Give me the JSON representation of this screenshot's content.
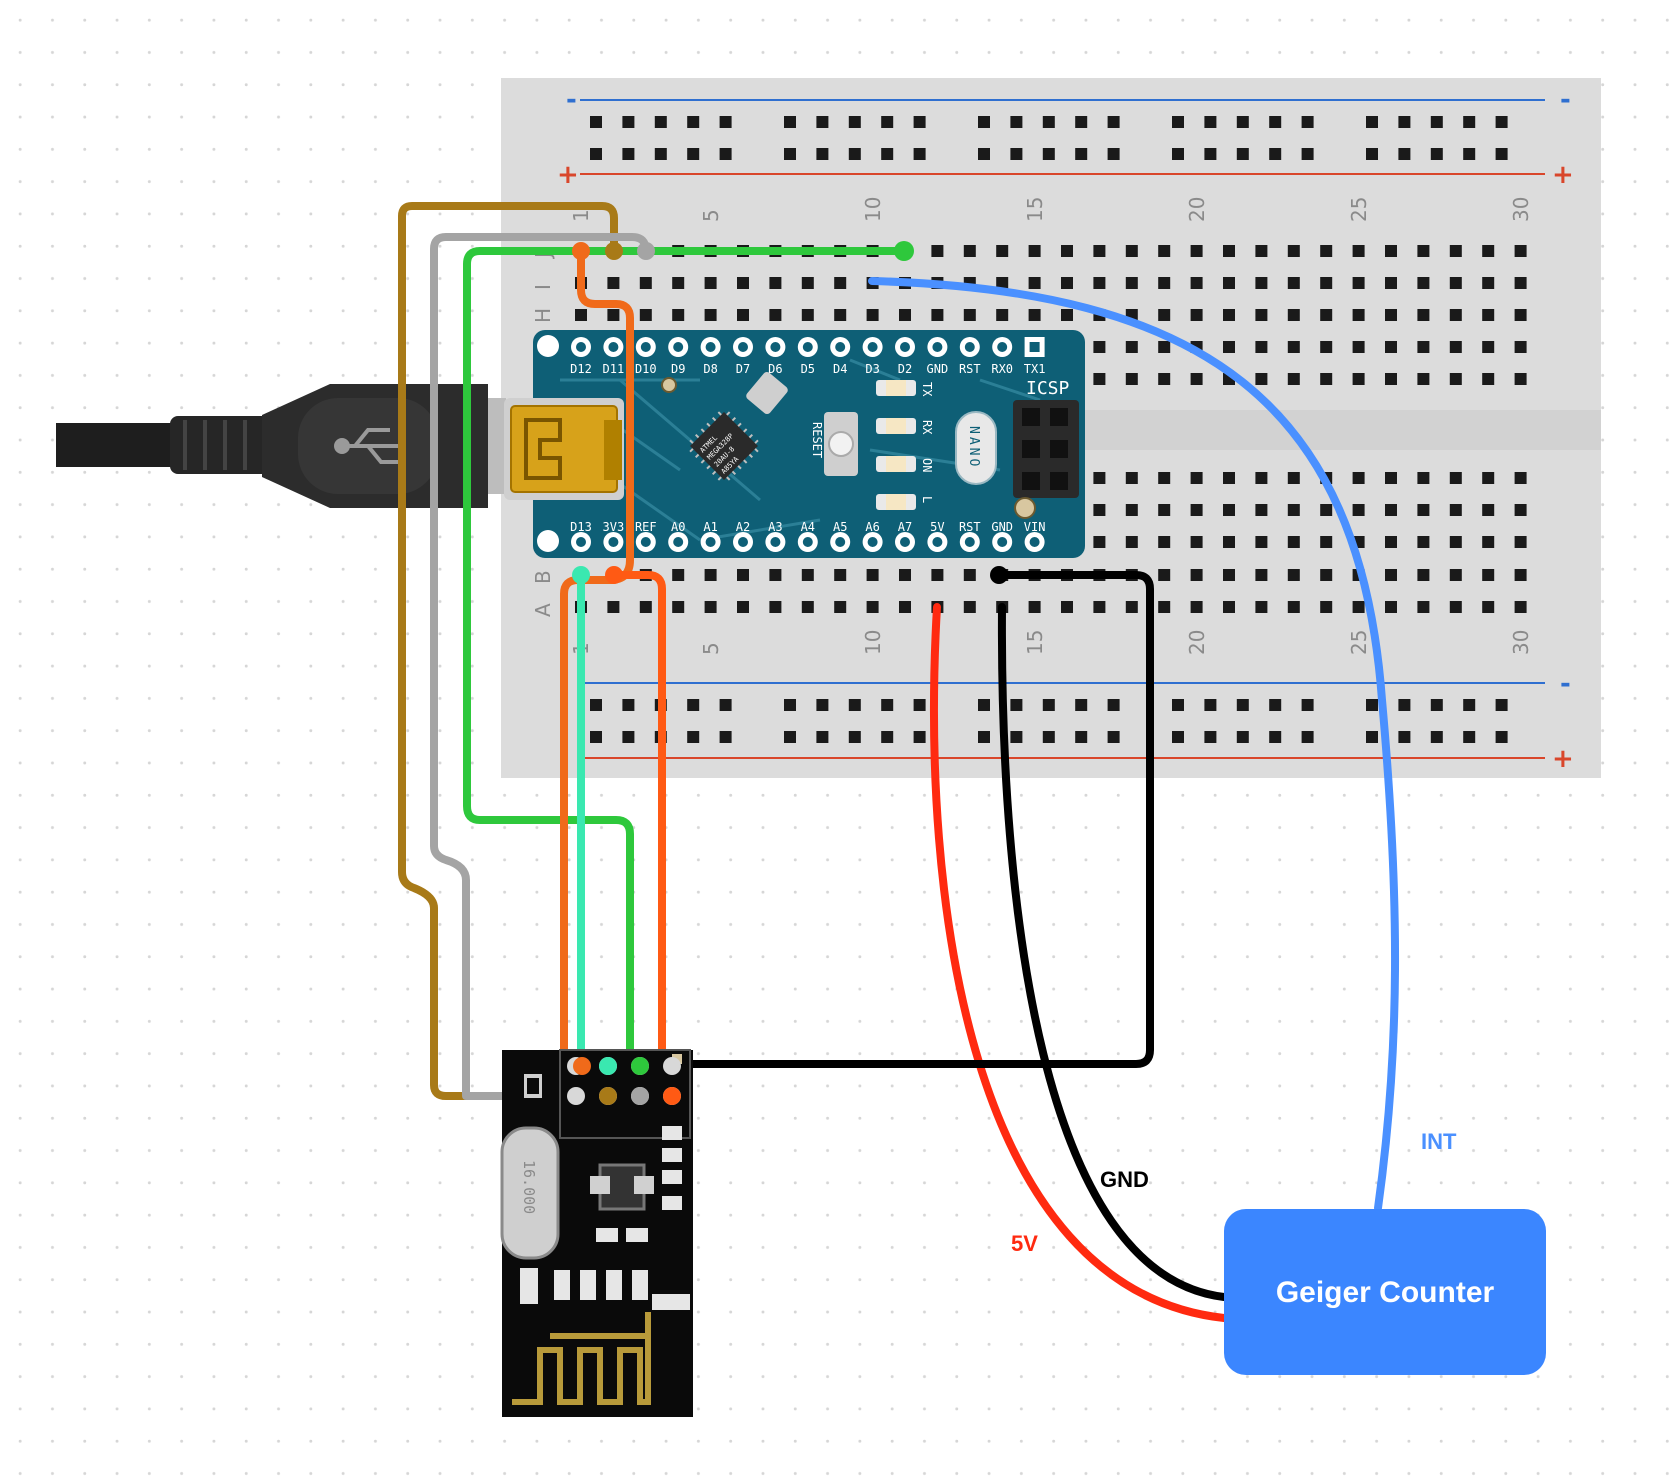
{
  "breadboard": {
    "column_numbers": [
      "1",
      "5",
      "10",
      "15",
      "20",
      "25",
      "30"
    ],
    "row_letters_top": [
      "J",
      "I",
      "H"
    ],
    "row_letters_bottom": [
      "B",
      "A"
    ],
    "rail_minus": "-",
    "rail_plus": "+",
    "rail_minus_color": "#2f6fd0",
    "rail_plus_color": "#d9462b"
  },
  "arduino": {
    "top_pins": [
      "D12",
      "D11",
      "D10",
      "D9",
      "D8",
      "D7",
      "D6",
      "D5",
      "D4",
      "D3",
      "D2",
      "GND",
      "RST",
      "RX0",
      "TX1"
    ],
    "bottom_pins": [
      "D13",
      "3V3",
      "REF",
      "A0",
      "A1",
      "A2",
      "A3",
      "A4",
      "A5",
      "A6",
      "A7",
      "5V",
      "RST",
      "GND",
      "VIN"
    ],
    "icsp_label": "ICSP",
    "reset_label": "RESET",
    "led_labels": [
      "TX",
      "RX",
      "ON",
      "L"
    ],
    "board_name": "NANO",
    "chip_text": [
      "ATMEL",
      "MEGA328P",
      "20AU-8",
      "A85YA"
    ],
    "board_color": "#0e5f76"
  },
  "radio_module": {
    "crystal_text": "16.000"
  },
  "wires": {
    "gnd_label": "GND",
    "fivev_label": "5V",
    "int_label": "INT",
    "colors": {
      "red": "#ff2a10",
      "black": "#000000",
      "blue": "#4a90ff",
      "green": "#2ec83c",
      "mint": "#3ae8b0",
      "orange": "#f06a1a",
      "gray": "#a4a4a4",
      "brown": "#a87a18"
    }
  },
  "geiger_counter": {
    "label": "Geiger Counter",
    "color": "#3b86ff"
  }
}
